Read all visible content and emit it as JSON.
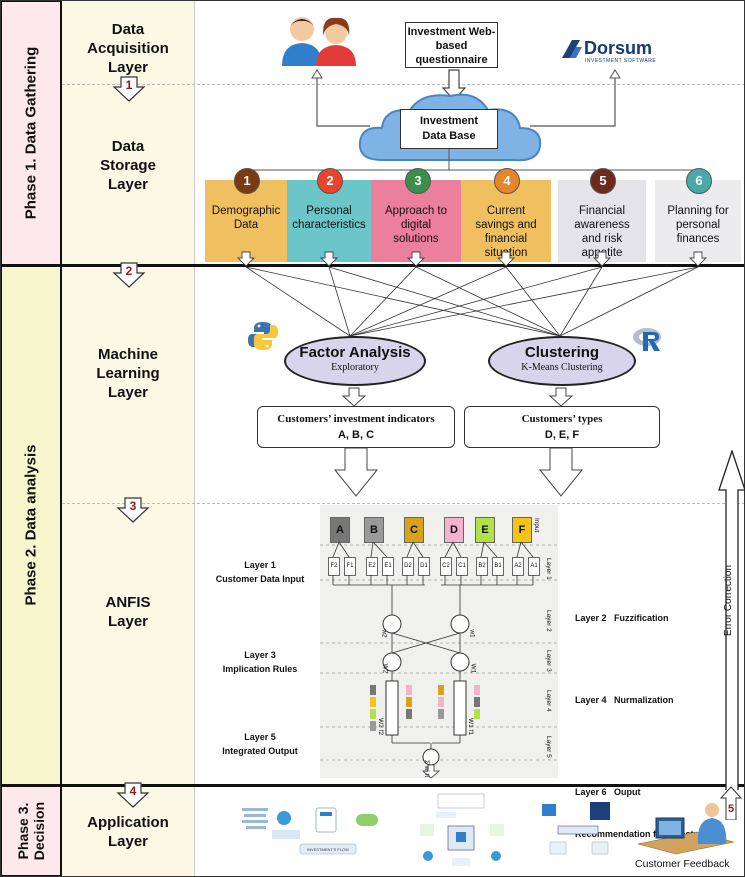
{
  "phases": [
    {
      "label": "Phase 1. Data Gathering"
    },
    {
      "label": "Phase 2. Data analysis"
    },
    {
      "label": "Phase 3. Decision"
    }
  ],
  "layers": {
    "acquisition": "Data Acquisition Layer",
    "storage": "Data Storage Layer",
    "ml": "Machine Learning Layer",
    "anfis": "ANFIS Layer",
    "application": "Application Layer"
  },
  "steps": [
    "1",
    "2",
    "3",
    "4",
    "5"
  ],
  "questionnaire": "Investment Web-based questionnaire",
  "dorsum": {
    "name": "Dorsum",
    "tagline": "INVESTMENT SOFTWARE"
  },
  "database": "Investment Data Base",
  "categories": [
    {
      "num": "1",
      "label": "Demographic Data",
      "color": "#f0c060",
      "num_color": "#7a3b14"
    },
    {
      "num": "2",
      "label": "Personal characteristics",
      "color": "#6cc6c9",
      "num_color": "#e8452c"
    },
    {
      "num": "3",
      "label": "Approach to digital solutions",
      "color": "#ec7f9b",
      "num_color": "#3a8f4c"
    },
    {
      "num": "4",
      "label": "Current savings and financial situation",
      "color": "#f0c060",
      "num_color": "#e8842c"
    },
    {
      "num": "5",
      "label": "Financial awareness and risk appetite",
      "color": "#e4e4e8",
      "num_color": "#6b2a1c"
    },
    {
      "num": "6",
      "label": "Planning for personal finances",
      "color": "#ececee",
      "num_color": "#4aa9a6"
    }
  ],
  "factor": {
    "title": "Factor Analysis",
    "subtitle": "Exploratory"
  },
  "clustering": {
    "title": "Clustering",
    "subtitle": "K-Means Clustering"
  },
  "indicators": {
    "title": "Customers’ investment indicators",
    "value": "A, B, C"
  },
  "types": {
    "title": "Customers’ types",
    "value": "D, E, F"
  },
  "anfis": {
    "inputs": [
      {
        "label": "A",
        "color": "#777777"
      },
      {
        "label": "B",
        "color": "#9a9a9a"
      },
      {
        "label": "C",
        "color": "#d9a21a"
      },
      {
        "label": "D",
        "color": "#f3b3cc"
      },
      {
        "label": "E",
        "color": "#b4e04a"
      },
      {
        "label": "F",
        "color": "#f5c418"
      }
    ],
    "mf_labels": [
      "F2",
      "F1",
      "E2",
      "E1",
      "D2",
      "D1",
      "C2",
      "C1",
      "B2",
      "B1",
      "A2",
      "A1"
    ],
    "layer_tags": [
      "Input",
      "Layer 1",
      "Layer 2",
      "Layer 3",
      "Layer 4",
      "Layer 5"
    ],
    "w_labels": [
      "w2",
      "w1"
    ],
    "wbar_labels": [
      "W2",
      "W1"
    ],
    "out_labels": [
      "W2 f2",
      "W1 f1"
    ],
    "final_label": "Σ wi fi",
    "left": [
      {
        "a": "Layer 1",
        "b": "Customer Data Input"
      },
      {
        "a": "Layer 3",
        "b": "Implication Rules"
      },
      {
        "a": "Layer 5",
        "b": "Integrated Output"
      }
    ],
    "right": [
      {
        "text": "Layer 2   Fuzzification"
      },
      {
        "text": "Layer 4   Nurmalization"
      },
      {
        "a": "Layer 6   Ouput",
        "b": "Recommendation for Investment"
      }
    ]
  },
  "error_correction": "Error Correction",
  "customer_feedback": "Customer Feedback",
  "app_thumb": {
    "flow": "INVESTMENT'S FLOW"
  }
}
